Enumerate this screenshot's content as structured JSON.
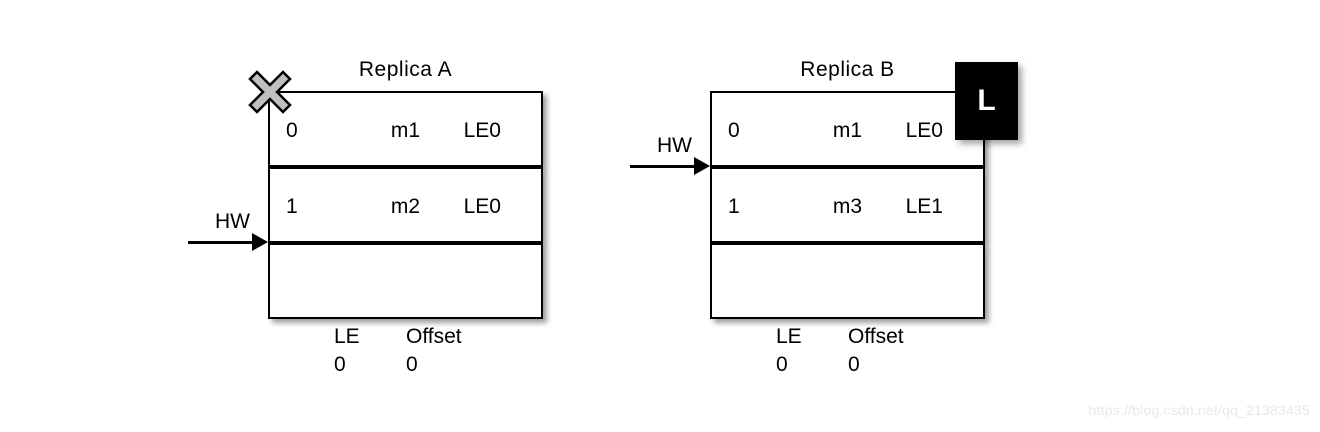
{
  "diagram": {
    "watermark": "https://blog.csdn.net/qq_21383435",
    "replicas": [
      {
        "id": "replica-a",
        "title": "Replica  A",
        "failed": true,
        "leader": false,
        "hw": {
          "label": "HW",
          "at_row_index": 2
        },
        "rows": [
          {
            "offset": "0",
            "message": "m1",
            "epoch": "LE0"
          },
          {
            "offset": "1",
            "message": "m2",
            "epoch": "LE0"
          },
          {
            "offset": "",
            "message": "",
            "epoch": ""
          }
        ],
        "legend": {
          "le_label": "LE",
          "offset_label": "Offset",
          "le_value": "0",
          "offset_value": "0"
        }
      },
      {
        "id": "replica-b",
        "title": "Replica  B",
        "failed": false,
        "leader": true,
        "leader_badge": "L",
        "hw": {
          "label": "HW",
          "at_row_index": 1
        },
        "rows": [
          {
            "offset": "0",
            "message": "m1",
            "epoch": "LE0"
          },
          {
            "offset": "1",
            "message": "m3",
            "epoch": "LE1"
          },
          {
            "offset": "",
            "message": "",
            "epoch": ""
          }
        ],
        "legend": {
          "le_label": "LE",
          "offset_label": "Offset",
          "le_value": "0",
          "offset_value": "0"
        }
      }
    ],
    "colors": {
      "stroke": "#000000",
      "background": "#ffffff",
      "x_mark_fill": "#c0c0c0",
      "leader_badge_bg": "#000000",
      "leader_badge_fg": "#ffffff",
      "watermark": "#e8e8e8"
    }
  }
}
